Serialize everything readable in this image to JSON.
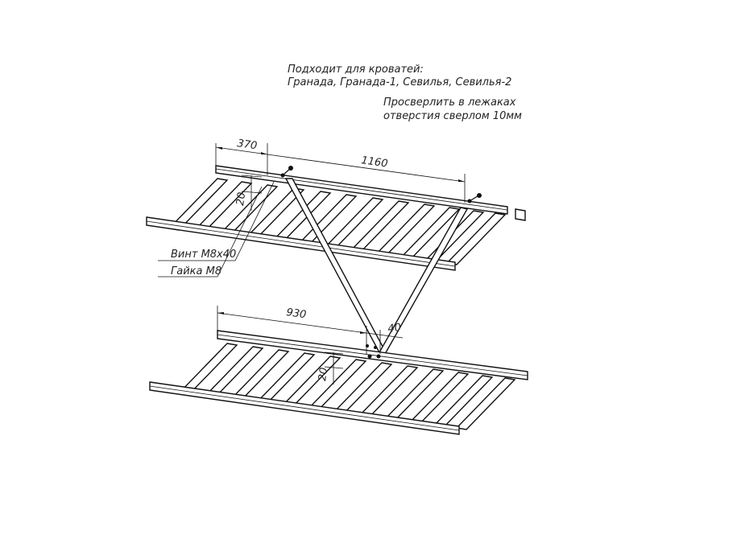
{
  "notes": {
    "fits_line1": "Подходит для кроватей:",
    "fits_line2": "Гранада, Гранада-1, Севилья, Севилья-2",
    "drill_line1": "Просверлить в лежаках",
    "drill_line2": "отверстия сверлом 10мм"
  },
  "dimensions": {
    "upper_offset": "370",
    "upper_span": "1160",
    "upper_height": "20",
    "lower_offset": "930",
    "lower_gap": "40",
    "lower_height": "20"
  },
  "parts": {
    "screw": "Винт М8х40",
    "nut": "Гайка М8"
  }
}
